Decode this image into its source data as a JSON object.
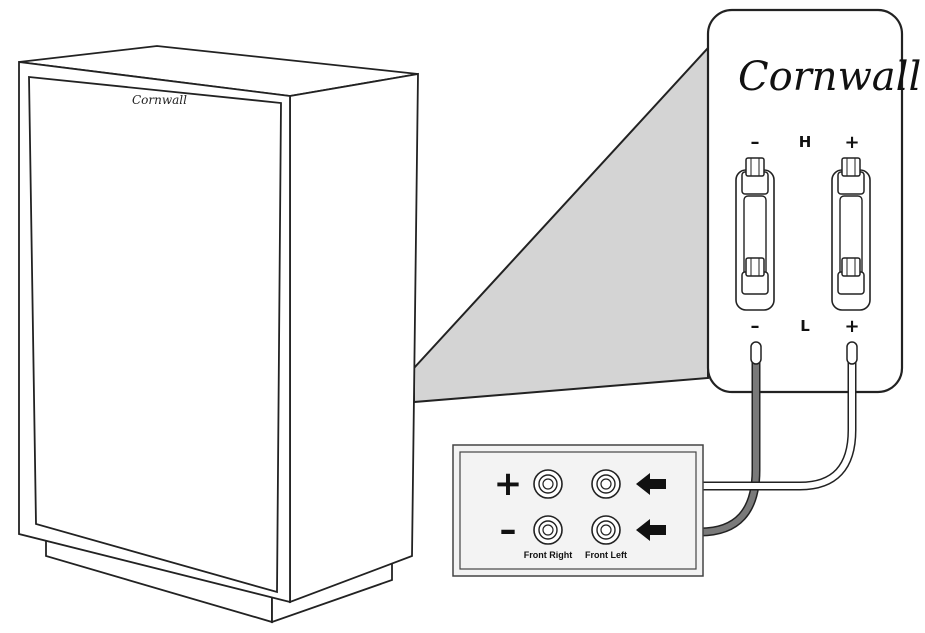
{
  "speaker": {
    "brand_logo": "Cornwall"
  },
  "terminal_panel": {
    "brand_logo": "Cornwall",
    "top_row": {
      "minus": "–",
      "center": "H",
      "plus": "+"
    },
    "bottom_row": {
      "minus": "–",
      "center": "L",
      "plus": "+"
    }
  },
  "receiver_panel": {
    "plus_sign": "+",
    "minus_sign": "–",
    "labels": {
      "front_right": "Front Right",
      "front_left": "Front Left"
    }
  },
  "colors": {
    "line": "#222222",
    "callout_gray": "#d4d4d4",
    "negative_wire": "#7a7a7a",
    "positive_wire": "#ffffff"
  },
  "icons": {
    "terminal_post": "binding-post-icon",
    "jack": "rca-jack-icon",
    "arrow": "arrow-left-icon"
  }
}
